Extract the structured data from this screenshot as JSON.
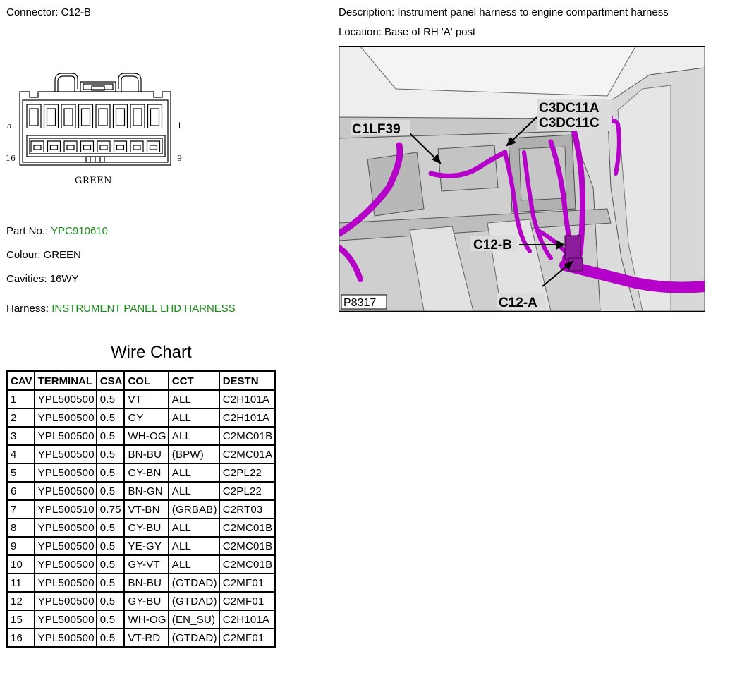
{
  "connector": {
    "label": "Connector: C12-B",
    "face_pin_labels": {
      "top_left": "a",
      "top_right": "1",
      "bottom_left": "16",
      "bottom_right": "9"
    },
    "face_color_label": "GREEN"
  },
  "description": "Description: Instrument panel harness to engine compartment harness",
  "location": "Location: Base of RH 'A' post",
  "photo": {
    "callouts": [
      "C3DC11A",
      "C3DC11C",
      "C1LF39",
      "C12-B",
      "C12-A"
    ],
    "reference": "P8317",
    "harness_color": "#b400c8"
  },
  "details": {
    "part_no_label": "Part No.:",
    "part_no_value": "YPC910610",
    "colour_label": "Colour:",
    "colour_value": "GREEN",
    "cavities_label": "Cavities:",
    "cavities_value": "16WY",
    "harness_label": "Harness:",
    "harness_value": "INSTRUMENT PANEL LHD HARNESS",
    "value_color": "#1a8a1a"
  },
  "wire_chart": {
    "title": "Wire Chart",
    "headers": [
      "CAV",
      "TERMINAL",
      "CSA",
      "COL",
      "CCT",
      "DESTN"
    ],
    "rows": [
      [
        "1",
        "YPL500500",
        "0.5",
        "VT",
        "ALL",
        "C2H101A"
      ],
      [
        "2",
        "YPL500500",
        "0.5",
        "GY",
        "ALL",
        "C2H101A"
      ],
      [
        "3",
        "YPL500500",
        "0.5",
        "WH-OG",
        "ALL",
        "C2MC01B"
      ],
      [
        "4",
        "YPL500500",
        "0.5",
        "BN-BU",
        "(BPW)",
        "C2MC01A"
      ],
      [
        "5",
        "YPL500500",
        "0.5",
        "GY-BN",
        "ALL",
        "C2PL22"
      ],
      [
        "6",
        "YPL500500",
        "0.5",
        "BN-GN",
        "ALL",
        "C2PL22"
      ],
      [
        "7",
        "YPL500510",
        "0.75",
        "VT-BN",
        "(GRBAB)",
        "C2RT03"
      ],
      [
        "8",
        "YPL500500",
        "0.5",
        "GY-BU",
        "ALL",
        "C2MC01B"
      ],
      [
        "9",
        "YPL500500",
        "0.5",
        "YE-GY",
        "ALL",
        "C2MC01B"
      ],
      [
        "10",
        "YPL500500",
        "0.5",
        "GY-VT",
        "ALL",
        "C2MC01B"
      ],
      [
        "11",
        "YPL500500",
        "0.5",
        "BN-BU",
        "(GTDAD)",
        "C2MF01"
      ],
      [
        "12",
        "YPL500500",
        "0.5",
        "GY-BU",
        "(GTDAD)",
        "C2MF01"
      ],
      [
        "15",
        "YPL500500",
        "0.5",
        "WH-OG",
        "(EN_SU)",
        "C2H101A"
      ],
      [
        "16",
        "YPL500500",
        "0.5",
        "VT-RD",
        "(GTDAD)",
        "C2MF01"
      ]
    ]
  }
}
